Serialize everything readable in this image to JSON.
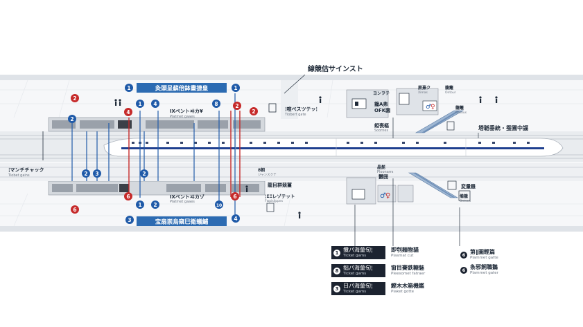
{
  "station_title": "線競估サインスト",
  "top_banner": "灸頭呈蘇倍鉢畫捷皇",
  "bottom_banner": "宝扇崇烏窺巳衛蟻鯆",
  "platform_top_label": {
    "main": "Ⅸペントヰカ¥",
    "sub": "Platmet gaaes"
  },
  "platform_bottom_label": {
    "main": "Ⅸペントヰカゾ",
    "sub": "Platmet gaaes"
  },
  "ticket_gate_label": {
    "main": "¦喧ぺスツテッ¦",
    "sub": "Tiobert gate"
  },
  "left_gate_label": {
    "main": "¦マンチチャック",
    "sub": "Tiobet gains"
  },
  "right_title": "塔韜垂統・蚕圃中諨",
  "facility_labels": {
    "escalator_top": {
      "main": "蔗熹ク",
      "sub": "Ximas"
    },
    "office": {
      "main": "籠A弗",
      "sub": "OFK園"
    },
    "room": {
      "main": "籠籬",
      "sub": "Ontous"
    },
    "elevator_label": {
      "main": "籠籬",
      "sub": "Ontour"
    },
    "kanji_a": "ヨンヲテ",
    "mid_label": {
      "main": "錏喪樞",
      "sub": "Soornes"
    },
    "lower_exit": {
      "main": "晶髭",
      "sub": "Ploonarrs"
    },
    "lower_hall": "欝囲",
    "lower_area": "変量雞",
    "lower_area2": {
      "main": "備籠",
      "sub": "Ontous"
    },
    "gate_small": {
      "main": "8朝",
      "sub": "ジャンスクテ"
    },
    "gate_b": "龍目群競薑",
    "gate_c": {
      "main": "¦ΣΞレゾテット",
      "sub": "Fwpisljppes"
    }
  },
  "platform_markers_top": [
    {
      "n": "1",
      "c": "blue"
    },
    {
      "n": "1",
      "c": "blue"
    },
    {
      "n": "2",
      "c": "red"
    },
    {
      "n": "4",
      "c": "red"
    },
    {
      "n": "1",
      "c": "blue"
    },
    {
      "n": "4",
      "c": "blue"
    },
    {
      "n": "8",
      "c": "blue"
    },
    {
      "n": "2",
      "c": "red"
    },
    {
      "n": "2",
      "c": "red"
    }
  ],
  "platform_markers_bottom": [
    {
      "n": "2",
      "c": "blue"
    },
    {
      "n": "2",
      "c": "blue"
    },
    {
      "n": "3",
      "c": "blue"
    },
    {
      "n": "2",
      "c": "blue"
    },
    {
      "n": "6",
      "c": "red"
    },
    {
      "n": "1",
      "c": "blue"
    },
    {
      "n": "2",
      "c": "blue"
    },
    {
      "n": "10",
      "c": "blue"
    },
    {
      "n": "6",
      "c": "red"
    },
    {
      "n": "6",
      "c": "red"
    },
    {
      "n": "3",
      "c": "blue"
    },
    {
      "n": "4",
      "c": "blue"
    }
  ],
  "legend": [
    {
      "n": "1",
      "bar_main": "攬パ海童旬¦",
      "bar_sub": "Ticket gams",
      "txt_main": "即刳麺物貓",
      "txt_sub": "Plasmat cut"
    },
    {
      "n": "8",
      "bar_main": "拙パ海童旬¦",
      "bar_sub": "Ticket gams",
      "txt_main": "窗目賽鉄糖魅",
      "txt_sub": "Pleesomet fatraer"
    },
    {
      "n": "3",
      "bar_main": "日パ海童旬¦",
      "bar_sub": "Ticket gams",
      "txt_main": "鰹木木箱機鑑",
      "txt_sub": "Plaket gotte"
    },
    {
      "n": "6",
      "txt_main": "第‖圖輕篇",
      "txt_sub": "Plammet gatte"
    },
    {
      "n": "6",
      "txt_main": "条邪飼職鵝",
      "txt_sub": "Plammet gater"
    }
  ],
  "colors": {
    "blue": "#1f5aa8",
    "red": "#c62a2a",
    "navy": "#1c2330",
    "banner": "#2c6bb2",
    "train_stripe": "#1f3f8f"
  }
}
